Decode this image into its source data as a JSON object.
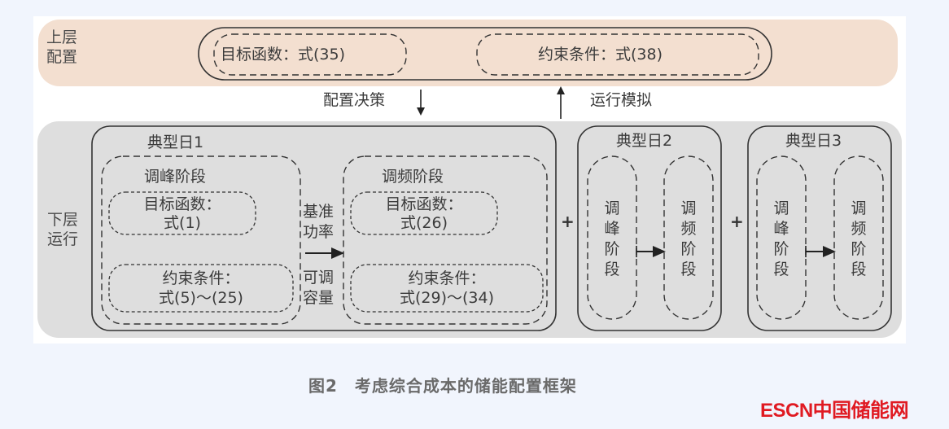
{
  "diagram": {
    "upper": {
      "label": [
        "上层",
        "配置"
      ],
      "objective": "目标函数：式(35)",
      "constraints": "约束条件：式(38)"
    },
    "arrows": {
      "down_label": "配置决策",
      "up_label": "运行模拟"
    },
    "lower": {
      "label": [
        "下层",
        "运行"
      ],
      "day1": {
        "title": "典型日1",
        "peak": {
          "title": "调峰阶段",
          "objective": [
            "目标函数：",
            "式(1)"
          ],
          "constraints": [
            "约束条件：",
            "式(5)～(25)"
          ]
        },
        "link": {
          "top": [
            "基准",
            "功率"
          ],
          "bottom": [
            "可调",
            "容量"
          ]
        },
        "freq": {
          "title": "调频阶段",
          "objective": [
            "目标函数：",
            "式(26)"
          ],
          "constraints": [
            "约束条件：",
            "式(29)～(34)"
          ]
        }
      },
      "plus": "+",
      "day2": {
        "title": "典型日2",
        "peak": "调峰阶段",
        "freq": "调频阶段"
      },
      "day3": {
        "title": "典型日3",
        "peak": "调峰阶段",
        "freq": "调频阶段"
      }
    }
  },
  "caption": "图2　考虑综合成本的储能配置框架",
  "watermark": "ESCN中国储能网",
  "colors": {
    "upper_band": "#f3dfd0",
    "lower_band": "#dedede",
    "page_bg": "#f1f5fd",
    "watermark": "#e01a22"
  }
}
